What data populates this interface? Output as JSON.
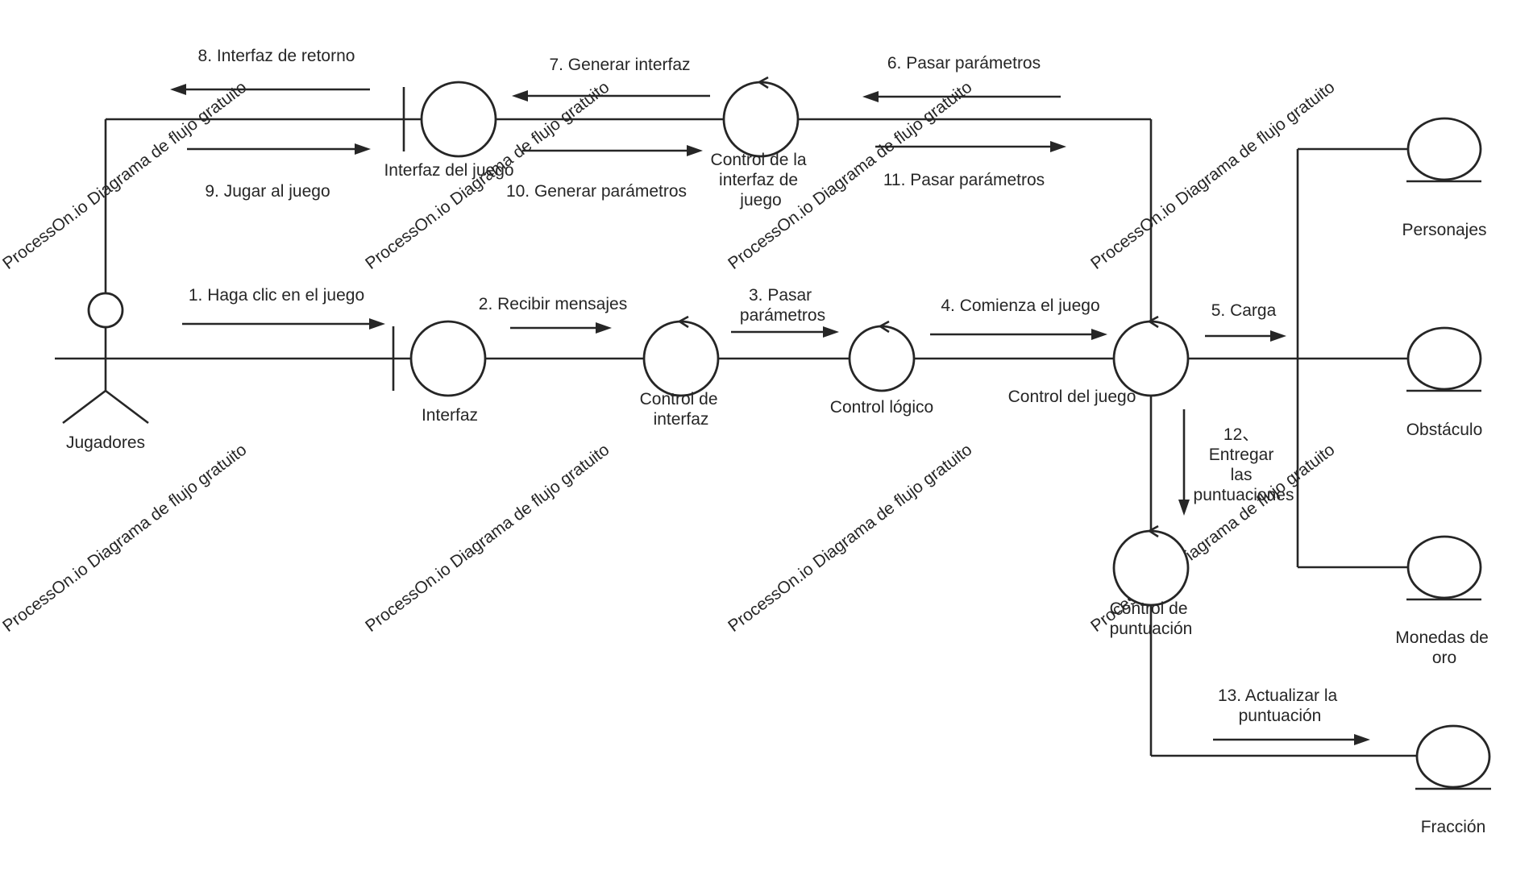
{
  "watermark": "ProcessOn.io Diagrama de flujo gratuito",
  "actor": {
    "label": "Jugadores"
  },
  "boundaries": [
    {
      "id": "interfaz-del-juego",
      "label": [
        "Interfaz del juego"
      ]
    },
    {
      "id": "interfaz",
      "label": [
        "Interfaz"
      ]
    }
  ],
  "controls": [
    {
      "id": "control-interfaz-juego",
      "label": [
        "Control de la",
        "interfaz de",
        "juego"
      ]
    },
    {
      "id": "control-interfaz",
      "label": [
        "Control de",
        "interfaz"
      ]
    },
    {
      "id": "control-logico",
      "label": [
        "Control lógico"
      ]
    },
    {
      "id": "control-juego",
      "label": [
        "Control del juego"
      ]
    },
    {
      "id": "control-puntuacion",
      "label": [
        "Control de",
        "puntuación"
      ]
    }
  ],
  "entities": [
    {
      "id": "personajes",
      "label": [
        "Personajes"
      ]
    },
    {
      "id": "obstaculo",
      "label": [
        "Obstáculo"
      ]
    },
    {
      "id": "monedas",
      "label": [
        "Monedas de",
        "oro"
      ]
    },
    {
      "id": "fraccion",
      "label": [
        "Fracción"
      ]
    }
  ],
  "messages": [
    {
      "id": "m1",
      "label": [
        "1. Haga clic en el juego"
      ]
    },
    {
      "id": "m2",
      "label": [
        "2. Recibir mensajes"
      ]
    },
    {
      "id": "m3",
      "label": [
        "3. Pasar",
        "parámetros"
      ]
    },
    {
      "id": "m4",
      "label": [
        "4. Comienza el juego"
      ]
    },
    {
      "id": "m5",
      "label": [
        "5. Carga"
      ]
    },
    {
      "id": "m6",
      "label": [
        "6. Pasar parámetros"
      ]
    },
    {
      "id": "m7",
      "label": [
        "7. Generar interfaz"
      ]
    },
    {
      "id": "m8",
      "label": [
        "8. Interfaz de retorno"
      ]
    },
    {
      "id": "m9",
      "label": [
        "9. Jugar al juego"
      ]
    },
    {
      "id": "m10",
      "label": [
        "10. Generar parámetros"
      ]
    },
    {
      "id": "m11",
      "label": [
        "11. Pasar parámetros"
      ]
    },
    {
      "id": "m12",
      "label": [
        "12、",
        "Entregar",
        "las",
        "puntuaciones"
      ]
    },
    {
      "id": "m13",
      "label": [
        "13. Actualizar la",
        "puntuación"
      ]
    }
  ]
}
